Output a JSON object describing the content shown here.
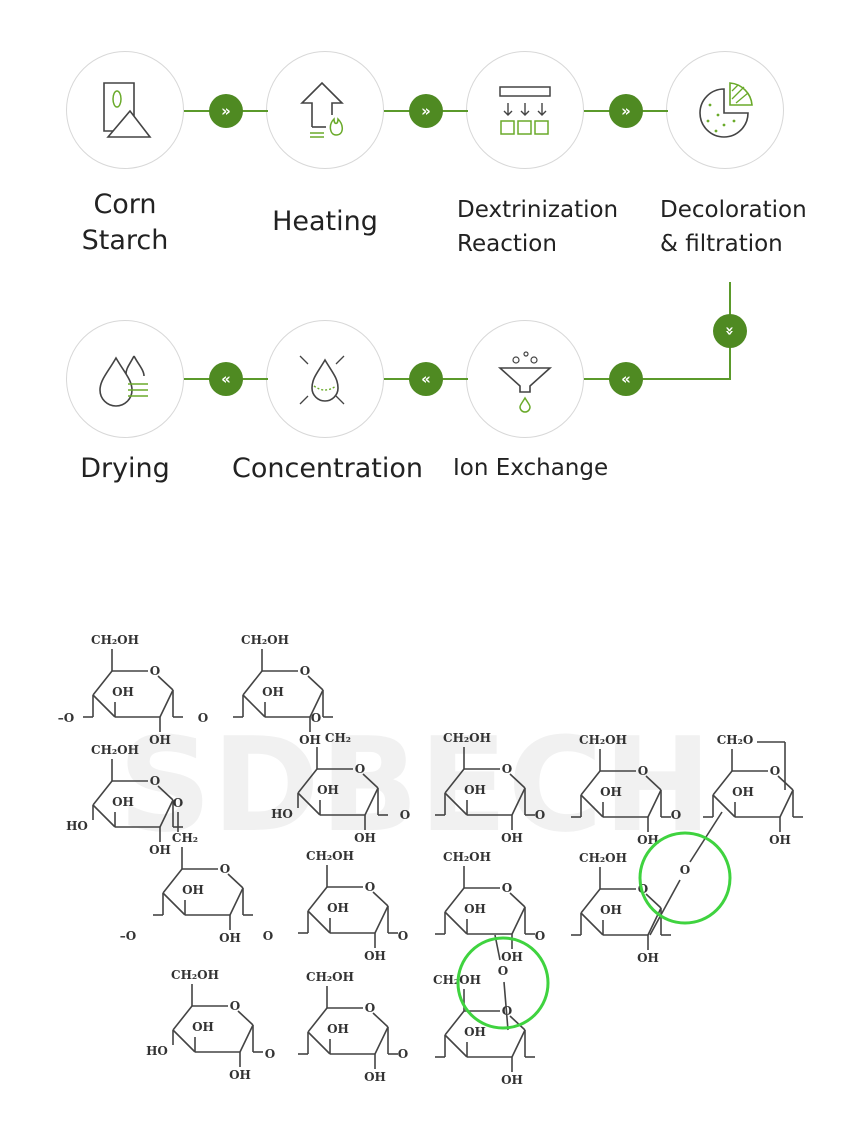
{
  "steps": [
    {
      "label": "Corn\nStarch",
      "icon": "corn-starch-bag-icon"
    },
    {
      "label": "Heating",
      "icon": "heating-arrow-flame-icon"
    },
    {
      "label": "Dextrinization\nReaction",
      "icon": "dextrinization-icon"
    },
    {
      "label": "Decoloration\n& filtration",
      "icon": "filtration-pie-icon"
    },
    {
      "label": "Ion Exchange",
      "icon": "funnel-icon"
    },
    {
      "label": "Concentration",
      "icon": "concentration-drop-icon"
    },
    {
      "label": "Drying",
      "icon": "drying-drops-icon"
    }
  ],
  "arrows": {
    "forward": "»",
    "backward": "«",
    "down": "»"
  },
  "structure": {
    "ch2oh": "CH₂OH",
    "ch2": "CH₂",
    "ch2o": "CH₂O",
    "oh": "OH",
    "ho": "HO",
    "o": "O",
    "o_left": "–O"
  },
  "watermark": "SDBECH",
  "colors": {
    "accent": "#4f8a22",
    "line": "#5b9a2b",
    "highlight": "#3fd33f"
  }
}
